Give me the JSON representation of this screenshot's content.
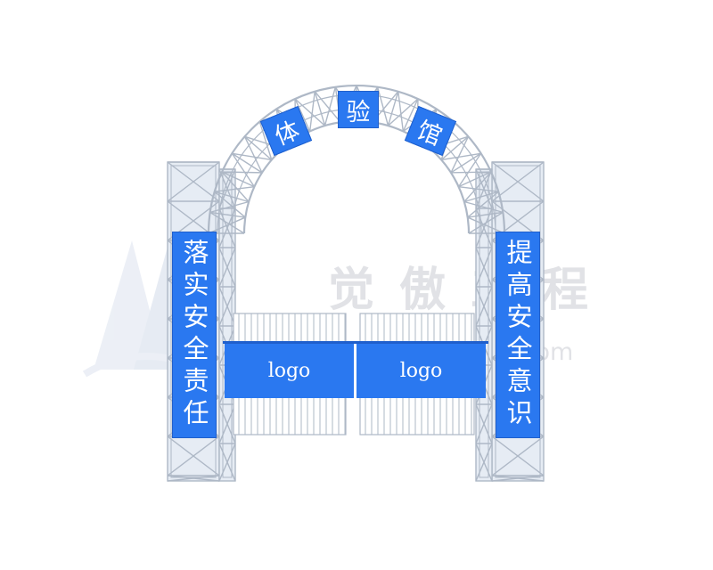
{
  "arch_sign": [
    "体",
    "验",
    "馆"
  ],
  "left_banner": "落实安全责任",
  "right_banner": "提高安全意识",
  "gate": {
    "left_logo": "logo",
    "right_logo": "logo"
  },
  "watermark": {
    "text": "觉傲工程",
    "url": "www.jiuao.com"
  },
  "colors": {
    "banner_blue": "#2a78f0",
    "truss": "#e6ecf4",
    "truss_edge": "#aeb8c6"
  }
}
